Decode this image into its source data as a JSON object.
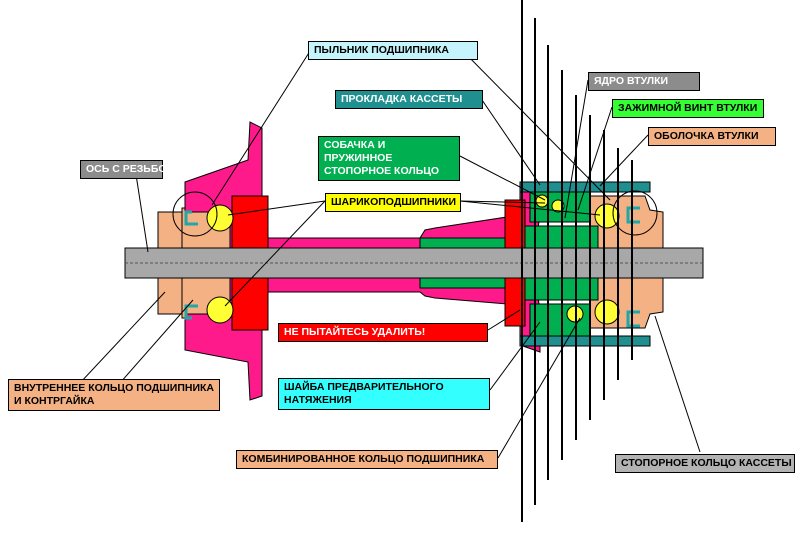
{
  "labels": {
    "dust_cap": "ПЫЛЬНИК ПОДШИПНИКА",
    "cassette_spacer": "ПРОКЛАДКА КАССЕТЫ",
    "pawl_ring": "СОБАЧКА И ПРУЖИННОЕ СТОПОРНОЕ КОЛЬЦО",
    "bearings": "ШАРИКОПОДШИПНИКИ",
    "threaded_axle": "ОСЬ С РЕЗЬБОЙ",
    "hub_core": "ЯДРО ВТУЛКИ",
    "hub_clamp_screw": "ЗАЖИМНОЙ ВИНТ ВТУЛКИ",
    "hub_shell": "ОБОЛОЧКА ВТУЛКИ",
    "do_not_remove": "НЕ ПЫТАЙТЕСЬ УДАЛИТЬ!",
    "inner_race": "ВНУТРЕННЕЕ КОЛЬЦО ПОДШИПНИКА И КОНТРГАЙКА",
    "preload_washer": "ШАЙБА ПРЕДВАРИТЕЛЬНОГО НАТЯЖЕНИЯ",
    "combined_race": "КОМБИНИРОВАННОЕ КОЛЬЦО ПОДШИПНИКА",
    "cassette_lockring": "СТОПОРНОЕ КОЛЬЦО КАССЕТЫ"
  },
  "colors": {
    "hub_shell": "#ff1a8c",
    "axle": "#a8a8a8",
    "bearing_race": "#f4b183",
    "do_not_remove": "#ff0000",
    "ball": "#ffff33",
    "freehub": "#00b050",
    "cassette_spacer": "#1f8f8f",
    "label_dust_cap": "#c6f4fc",
    "label_bearings": "#ffff00",
    "label_hub_core": "#8c8c8c",
    "label_clamp_screw": "#33ff33",
    "label_preload_washer": "#33ffff",
    "label_lockring": "#b3b3b3"
  }
}
